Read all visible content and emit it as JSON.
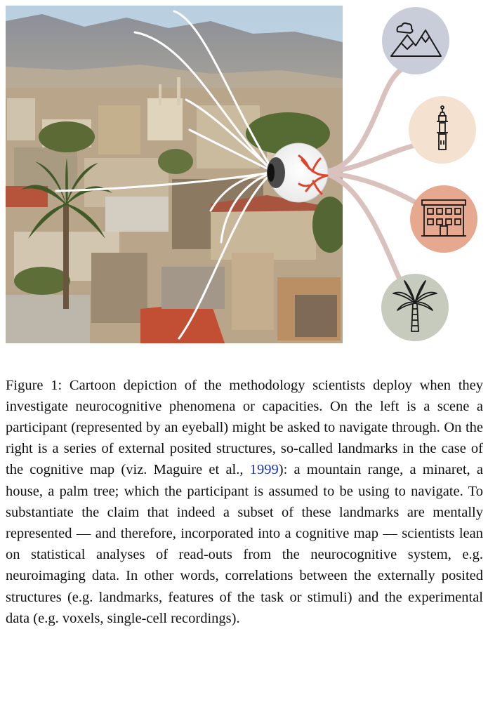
{
  "figure": {
    "label": "Figure 1:",
    "caption_pre_cite": " Cartoon depiction of the methodology scientists de­ploy when they investigate neurocognitive phenomena or ca­pacities. On the left is a scene a participant (represented by an eyeball) might be asked to navigate through. On the right is a series of external posited structures, so-called landmarks in the case of the cognitive map (viz. Maguire et al., ",
    "citation_year": "1999",
    "caption_post_cite": "): a mountain range, a minaret, a house, a palm tree; which the participant is assumed to be using to navigate. To substantiate the claim that indeed a subset of these landmarks are mentally represented — and therefore, incorporated into a cognitive map — scientists lean on statistical analyses of read-outs from the neurocognitive system, e.g. neuroimaging data. In other words, correlations be­tween the externally posited structures (e.g. landmarks, features of the task or stimuli) and the experimental data (e.g. voxels, single-cell recordings).",
    "landmarks": [
      {
        "name": "mountain range",
        "icon": "mountain-icon",
        "bg": "#c9ccd9"
      },
      {
        "name": "minaret",
        "icon": "minaret-icon",
        "bg": "#f4e1cf"
      },
      {
        "name": "house",
        "icon": "house-icon",
        "bg": "#e6a98f"
      },
      {
        "name": "palm tree",
        "icon": "palm-tree-icon",
        "bg": "#c7cbbd"
      }
    ],
    "colors": {
      "connector": "#d9c2bd",
      "citation": "#1a33a8",
      "vein": "#e0452c"
    }
  }
}
